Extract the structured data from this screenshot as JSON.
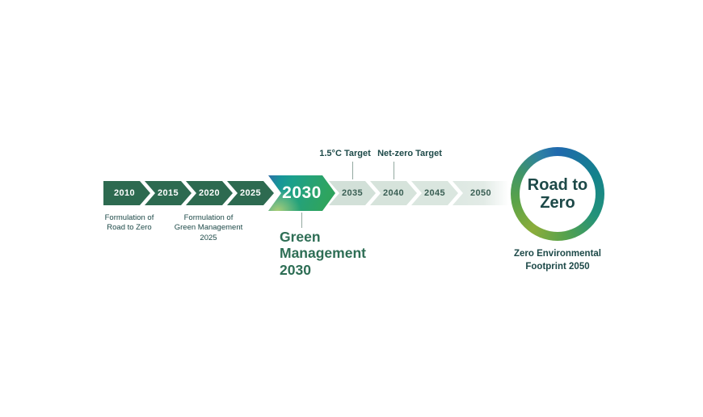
{
  "colors": {
    "chevron_dark_green": "#2d6a50",
    "chevron_light_green": "#d6e3db",
    "highlight_teal": "#1ba08b",
    "highlight_green": "#2fa15c",
    "highlight_blue": "#2f6fa8",
    "highlight_lime": "#b4d176",
    "text_dark_teal": "#1d4948",
    "text_green": "#2e6e55",
    "ring_blue": "#2069ae",
    "ring_teal": "#14828b",
    "ring_green": "#57a24c",
    "ring_lime": "#8cad3b",
    "connector_gray": "#93a8a0"
  },
  "timeline": {
    "milestones": [
      {
        "year": "2010",
        "phase": "past"
      },
      {
        "year": "2015",
        "phase": "past"
      },
      {
        "year": "2020",
        "phase": "past"
      },
      {
        "year": "2025",
        "phase": "past"
      },
      {
        "year": "2030",
        "phase": "highlight"
      },
      {
        "year": "2035",
        "phase": "future"
      },
      {
        "year": "2040",
        "phase": "future"
      },
      {
        "year": "2045",
        "phase": "future"
      },
      {
        "year": "2050",
        "phase": "future"
      }
    ],
    "above_annotations": [
      {
        "label": "1.5°C Target",
        "points_to": "2035"
      },
      {
        "label": "Net-zero Target",
        "points_to": "2040"
      }
    ],
    "below_annotations": [
      {
        "text": "Formulation of\nRoad to Zero",
        "points_to": "2010"
      },
      {
        "text": "Formulation of\nGreen Management\n2025",
        "points_to": "2020"
      }
    ],
    "highlight_label": "Green\nManagement\n2030"
  },
  "badge": {
    "title": "Road to\nZero",
    "caption": "Zero Environmental\nFootprint 2050"
  }
}
